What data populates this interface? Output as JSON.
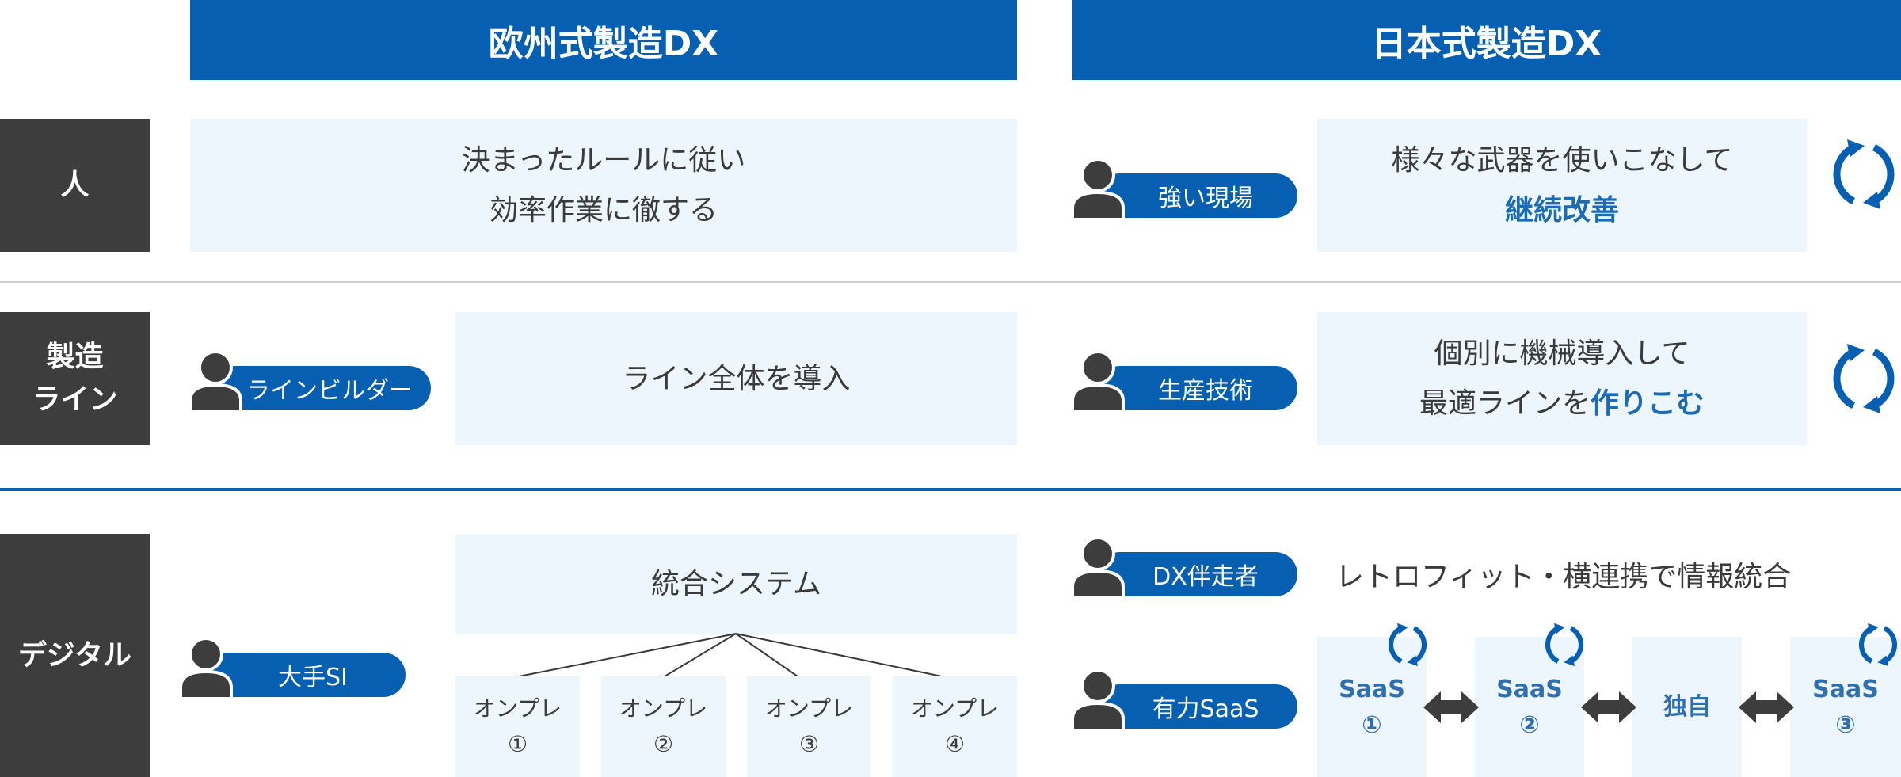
{
  "headers": {
    "europe": "欧州式製造DX",
    "japan": "日本式製造DX"
  },
  "rows": {
    "people": {
      "label_lines": [
        "人"
      ]
    },
    "line": {
      "label_lines": [
        "製造",
        "ライン"
      ]
    },
    "digital": {
      "label_lines": [
        "デジタル"
      ]
    }
  },
  "europe": {
    "people_box": [
      "決まったルールに従い",
      "効率作業に徹する"
    ],
    "line_role": "ラインビルダー",
    "line_box": "ライン全体を導入",
    "digital_role": "大手SI",
    "digital_system": "統合システム",
    "onprem": [
      {
        "label": "オンプレ",
        "num": "①"
      },
      {
        "label": "オンプレ",
        "num": "②"
      },
      {
        "label": "オンプレ",
        "num": "③"
      },
      {
        "label": "オンプレ",
        "num": "④"
      }
    ]
  },
  "japan": {
    "people_role": "強い現場",
    "people_box_line1": "様々な武器を使いこなして",
    "people_box_em": "継続改善",
    "line_role": "生産技術",
    "line_box_line1": "個別に機械導入して",
    "line_box_line2_pre": "最適ラインを",
    "line_box_line2_em": "作りこむ",
    "digital_role1": "DX伴走者",
    "digital_text": "レトロフィット・横連携で情報統合",
    "digital_role2": "有力SaaS",
    "saas": [
      {
        "label": "SaaS",
        "num": "①"
      },
      {
        "label": "SaaS",
        "num": "②"
      },
      {
        "label": "独自",
        "num": ""
      },
      {
        "label": "SaaS",
        "num": "③"
      }
    ]
  },
  "icons": {
    "person": "person-icon",
    "cycle": "cycle-arrows-icon",
    "double_arrow": "double-arrow-icon"
  },
  "colors": {
    "brand_blue": "#065fb0",
    "label_dark": "#3d3d3d",
    "box_bg": "#eef6fd",
    "emphasis": "#1c6bb5"
  }
}
